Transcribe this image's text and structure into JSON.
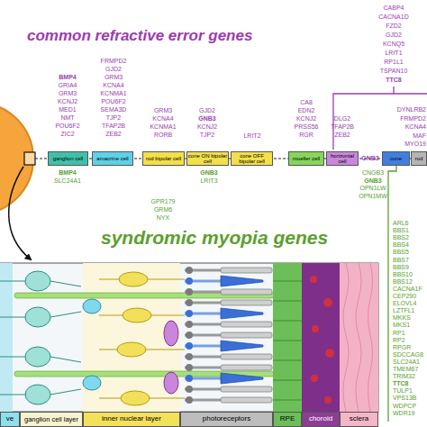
{
  "diagram": {
    "nodes": [
      {
        "text": [
          "ganglion cell"
        ]
      },
      {
        "text": [
          "amacrine cell"
        ]
      },
      {
        "text": [
          "rod bipolar cell"
        ]
      },
      {
        "text": [
          "cone ON bipolar cell"
        ]
      },
      {
        "text": [
          "cone OFF bipolar cell"
        ]
      },
      {
        "text": [
          "mueller cell"
        ]
      },
      {
        "text": [
          "horizontal cell"
        ]
      },
      {
        "text": [
          "cone"
        ]
      },
      {
        "text": [
          "rod"
        ]
      },
      {
        "text": [
          "ve"
        ]
      },
      {
        "text": [
          "ganglion cell layer"
        ]
      },
      {
        "text": [
          "inner nuclear layer"
        ]
      },
      {
        "text": [
          "photoreceptors"
        ]
      },
      {
        "text": [
          "RPE"
        ]
      },
      {
        "text": [
          "choroid"
        ]
      },
      {
        "text": [
          "sclera"
        ]
      }
    ],
    "labels": [
      "common refractive error genes",
      "syndromic myopia genes",
      "BMP4",
      "GRIA4",
      "GRM3",
      "KCNJ2",
      "MED1",
      "NMT",
      "POU6F2",
      "ZIC2",
      "FRMPD2",
      "GJD2",
      "GRM3",
      "KCNA4",
      "KCNMA1",
      "POU6F2",
      "SEMA3D",
      "TJP2",
      "TFAP2B",
      "ZEB2",
      "GRM3",
      "KCNA4",
      "KCNMA1",
      "RORB",
      "GJD2",
      "GNB3",
      "KCNJ2",
      "TJP2",
      "LRIT2",
      "CA8",
      "EDN2",
      "KCNJ2",
      "PRSS56",
      "RGR",
      "DLG2",
      "TFAP2B",
      "ZEB2",
      "GNB3",
      "CABP4",
      "CACNA1D",
      "FZD2",
      "GJD2",
      "KCNQ5",
      "LRIT1",
      "RP1L1",
      "TSPAN10",
      "TTC8",
      "DYNLRB2",
      "FRMPD2",
      "KCNA4",
      "MAF",
      "MYO19",
      "BMP4",
      "SLC24A1",
      "GNB3",
      "LRIT3",
      "GPR179",
      "GRM6",
      "NYX",
      "CNGB3",
      "GNB3",
      "OPN1LW",
      "OPN1MW",
      "ARL6",
      "BBS1",
      "BBS2",
      "BBS4",
      "BBS5",
      "BBS7",
      "BBS9",
      "BBS10",
      "BBS12",
      "CACNA1F",
      "CEP290",
      "ELOVL4",
      "LZTFL1",
      "MKKS",
      "MKS1",
      "RP1",
      "RP2",
      "RPGR",
      "SDCCAG8",
      "SLC24A1",
      "TMEM67",
      "TRIM32",
      "TTC8",
      "TULP1",
      "VPS13B",
      "WDPCP",
      "WDR19"
    ]
  }
}
